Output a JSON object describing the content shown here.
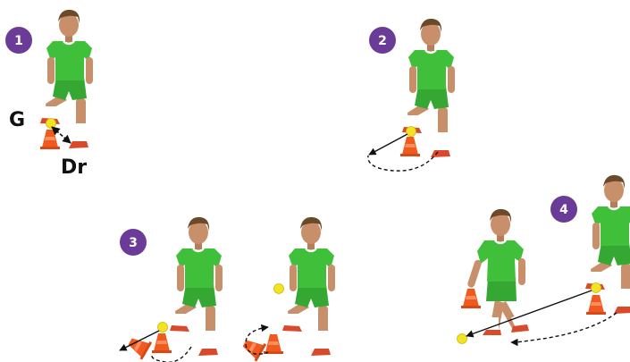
{
  "steps": [
    {
      "number": "1"
    },
    {
      "number": "2"
    },
    {
      "number": "3"
    },
    {
      "number": "4"
    }
  ],
  "labels": {
    "foot_left": "G",
    "foot_right": "Dr"
  },
  "colors": {
    "badge": "#6a3c97",
    "shirt": "#3fbf3a",
    "shirt_shade": "#2e9f2c",
    "shorts": "#34a832",
    "skin": "#c8906a",
    "hair": "#6b4a2a",
    "sock": "#ffffff",
    "boot": "#d94a2c",
    "cone": "#ef5a1f",
    "ball": "#f2e323",
    "arrow": "#111111"
  }
}
